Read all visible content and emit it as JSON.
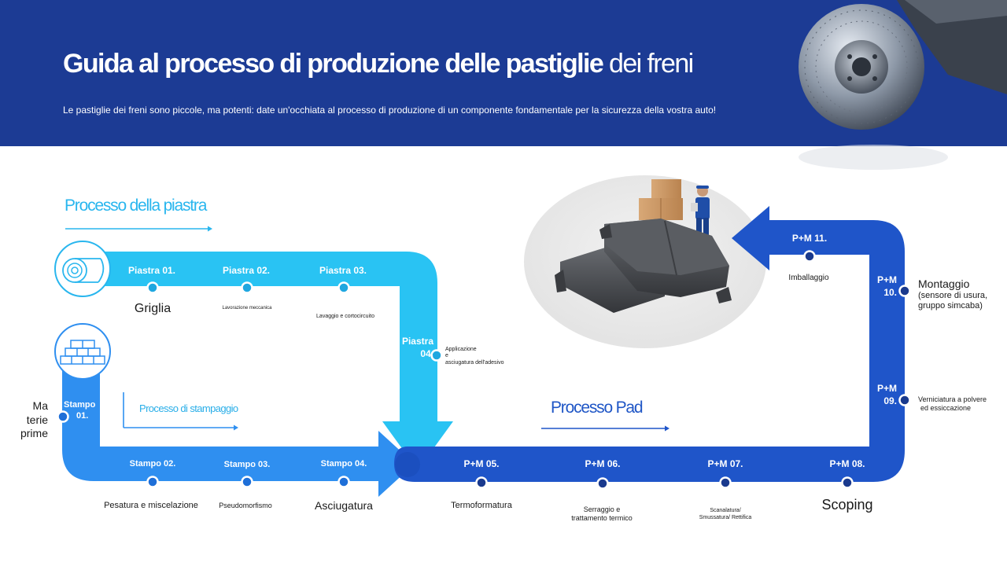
{
  "header": {
    "title_bold": "Guida al processo di produzione delle pastiglie",
    "title_light": " dei freni",
    "subtitle": "Le pastiglie dei freni sono piccole, ma potenti: date un'occhiata al processo di produzione di un componente fondamentale per la sicurezza della vostra auto!"
  },
  "sections": {
    "plate": "Processo della piastra",
    "stamping": "Processo di stampaggio",
    "pad": "Processo Pad"
  },
  "plate_steps": [
    {
      "label": "Piastra 01.",
      "desc": "Griglia"
    },
    {
      "label": "Piastra 02.",
      "desc": "Lavorazione meccanica"
    },
    {
      "label": "Piastra 03.",
      "desc": "Lavaggio e cortocircuito"
    },
    {
      "label_line1": "Piastra",
      "label_line2": "04.",
      "desc_line1": "Applicazione",
      "desc_line2": "e",
      "desc_line3": "asciugatura dell'adesivo"
    }
  ],
  "stamp_steps": [
    {
      "label_line1": "Stampo",
      "label_line2": "01.",
      "desc_line1": "Ma",
      "desc_line2": "terie",
      "desc_line3": "prime"
    },
    {
      "label": "Stampo 02.",
      "desc": "Pesatura e miscelazione"
    },
    {
      "label": "Stampo 03.",
      "desc": "Pseudomorfismo"
    },
    {
      "label": "Stampo 04.",
      "desc": "Asciugatura"
    }
  ],
  "pm_steps": [
    {
      "label": "P+M 05.",
      "desc": "Termoformatura"
    },
    {
      "label": "P+M 06.",
      "desc_line1": "Serraggio e",
      "desc_line2": "trattamento termico"
    },
    {
      "label": "P+M 07.",
      "desc_line1": "Scanalatura/",
      "desc_line2": "Smussatura/ Rettifica"
    },
    {
      "label": "P+M 08.",
      "desc": "Scoping"
    },
    {
      "label_line1": "P+M",
      "label_line2": "09.",
      "desc_line1": "Verniciatura a polvere",
      "desc_line2": "ed essiccazione"
    },
    {
      "label_line1": "P+M",
      "label_line2": "10.",
      "desc_line1": "Montaggio",
      "desc_line2": "(sensore di usura,",
      "desc_line3": "gruppo simcaba)"
    },
    {
      "label": "P+M 11.",
      "desc": "Imballaggio"
    }
  ],
  "colors": {
    "header_bg": "#1c3b94",
    "plate_flow": "#29c3f3",
    "stamp_flow": "#2f8ff0",
    "pad_flow": "#1f55c9",
    "plate_title": "#29b6ee",
    "pad_title": "#1f56c6"
  },
  "icons": {
    "plate_step_icon": "steel-coil-icon",
    "stamp_step_icon": "stacked-bricks-icon"
  }
}
